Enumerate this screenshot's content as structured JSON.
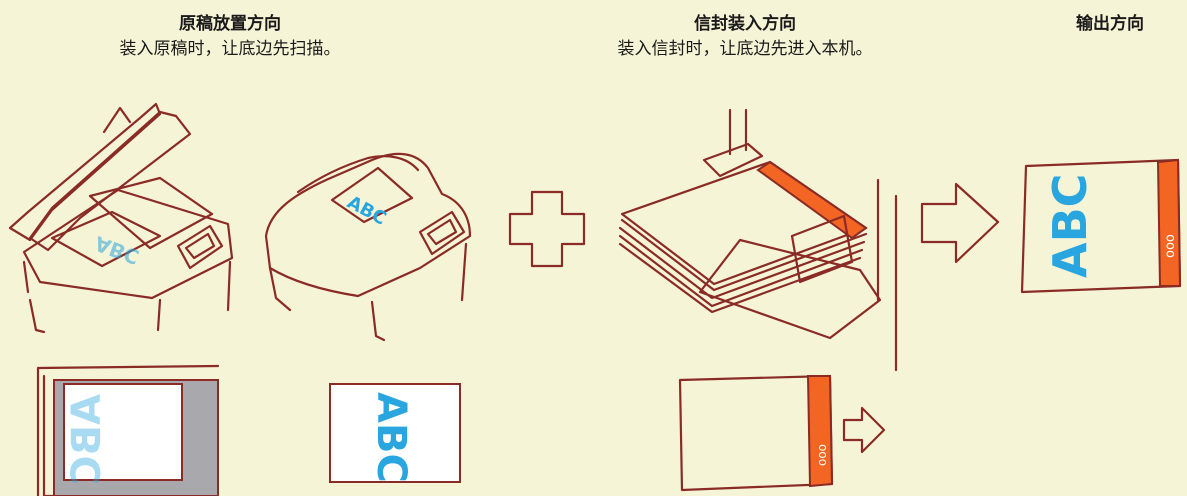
{
  "sections": {
    "original": {
      "title": "原稿放置方向",
      "subtitle": "装入原稿时，让底边先扫描。"
    },
    "envelope": {
      "title": "信封装入方向",
      "subtitle": "装入信封时，让底边先进入本机。"
    },
    "output": {
      "title": "输出方向"
    }
  },
  "document_text": "ABC",
  "envelope_mark": "ooo",
  "colors": {
    "background": "#f6f4d6",
    "outline": "#8a2b26",
    "text_blue": "#29a6e0",
    "orange_band": "#f26522",
    "arrow_fill": "#f0a77c",
    "glass_gray": "#a9a9ad"
  },
  "icons": [
    "flatbed-scanner",
    "document-feeder",
    "plus-icon",
    "envelope-stack",
    "arrow-right-icon"
  ]
}
